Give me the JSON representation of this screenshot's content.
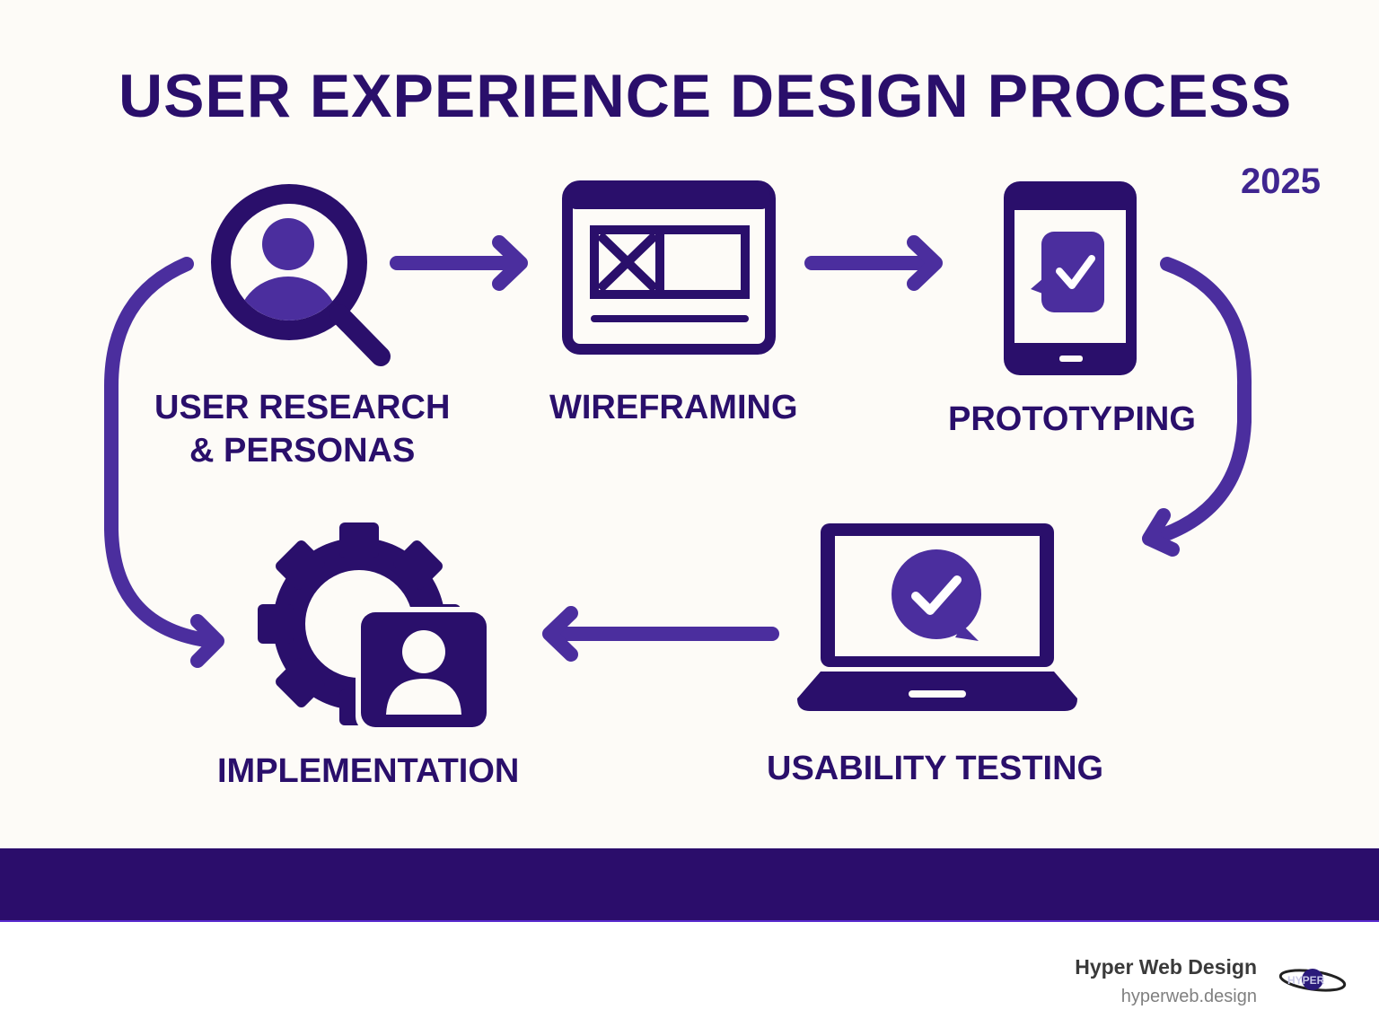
{
  "title": "USER EXPERIENCE DESIGN PROCESS",
  "year": "2025",
  "steps": [
    {
      "label_line1": "USER RESEARCH",
      "label_line2": "& PERSONAS",
      "icon": "magnifier-user-icon"
    },
    {
      "label": "WIREFRAMING",
      "icon": "wireframe-icon"
    },
    {
      "label": "PROTOTYPING",
      "icon": "phone-check-icon"
    },
    {
      "label": "USABILITY TESTING",
      "icon": "laptop-check-icon"
    },
    {
      "label": "IMPLEMENTATION",
      "icon": "gear-user-icon"
    }
  ],
  "footer": {
    "brand": "Hyper Web Design",
    "url": "hyperweb.design",
    "logo_text": "HYPER"
  },
  "colors": {
    "dark": "#2a0f6b",
    "accent": "#4b2e9e",
    "background": "#fdfbf7",
    "band": "#2b0d6b"
  }
}
